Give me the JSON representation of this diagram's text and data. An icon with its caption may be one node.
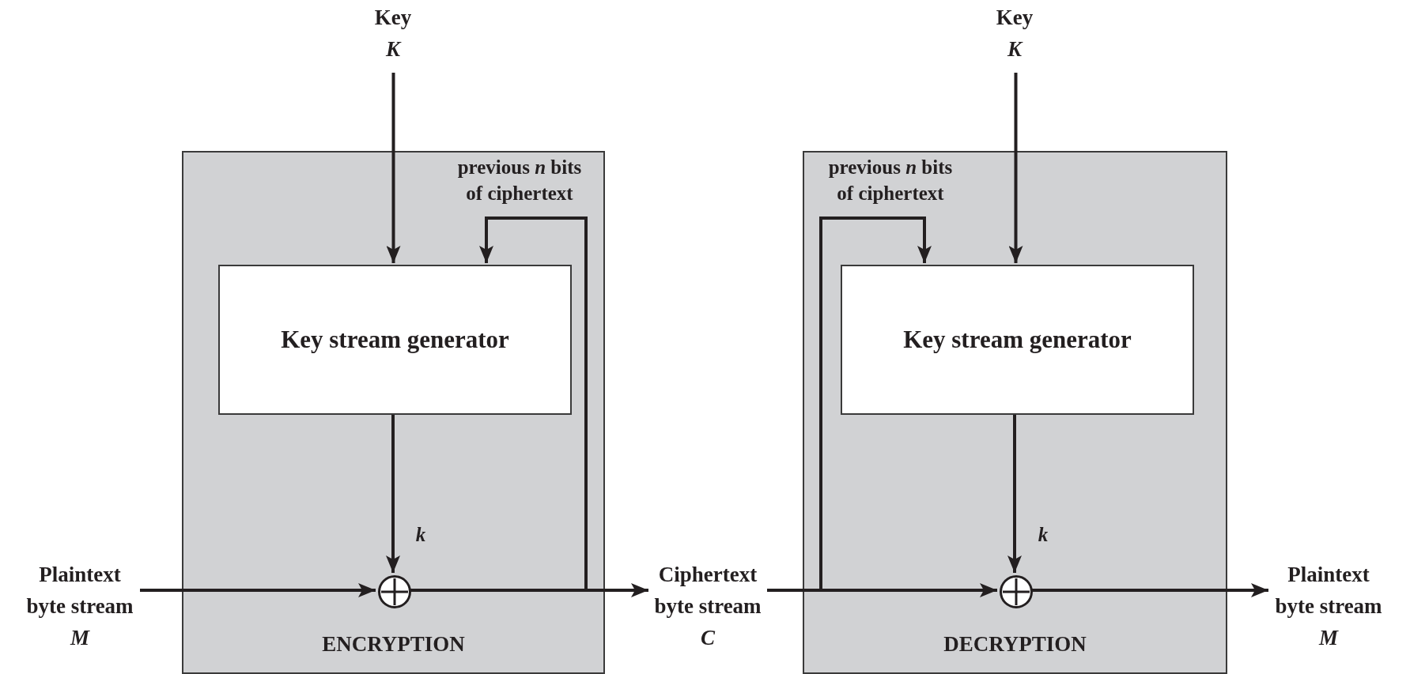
{
  "diagram": {
    "nodes": [
      {
        "text": [
          "ENCRYPTION"
        ]
      },
      {
        "text": [
          "Key stream generator"
        ],
        "in": 0
      },
      {
        "text": [],
        "shape": "circle",
        "in": 0
      },
      {
        "text": [
          "DECRYPTION"
        ]
      },
      {
        "text": [
          "Key stream generator"
        ],
        "in": 3
      },
      {
        "text": [],
        "shape": "circle",
        "in": 3
      },
      {
        "text": [
          "Key",
          "K"
        ]
      },
      {
        "text": [
          "Key",
          "K"
        ]
      },
      {
        "text": [
          "Plaintext byte stream",
          "M"
        ]
      },
      {
        "text": [
          "Ciphertext byte stream",
          "C"
        ]
      },
      {
        "text": [
          "Plaintext byte stream",
          "M"
        ]
      }
    ],
    "edges": [
      {
        "from": 6,
        "to": 1,
        "arrow": "to"
      },
      {
        "from": 1,
        "to": 2,
        "arrow": "to",
        "label": "k"
      },
      {
        "from": 8,
        "to": 2,
        "arrow": "to"
      },
      {
        "from": 2,
        "to": 9,
        "arrow": "to"
      },
      {
        "from": 2,
        "to": 1,
        "arrow": "to",
        "label": "previous *n* bits of ciphertext"
      },
      {
        "from": 7,
        "to": 4,
        "arrow": "to"
      },
      {
        "from": 4,
        "to": 5,
        "arrow": "to",
        "label": "k"
      },
      {
        "from": 9,
        "to": 5,
        "arrow": "to"
      },
      {
        "from": 5,
        "to": 10,
        "arrow": "to"
      },
      {
        "from": 9,
        "to": 4,
        "arrow": "to",
        "label": "previous *n* bits of ciphertext"
      }
    ]
  }
}
